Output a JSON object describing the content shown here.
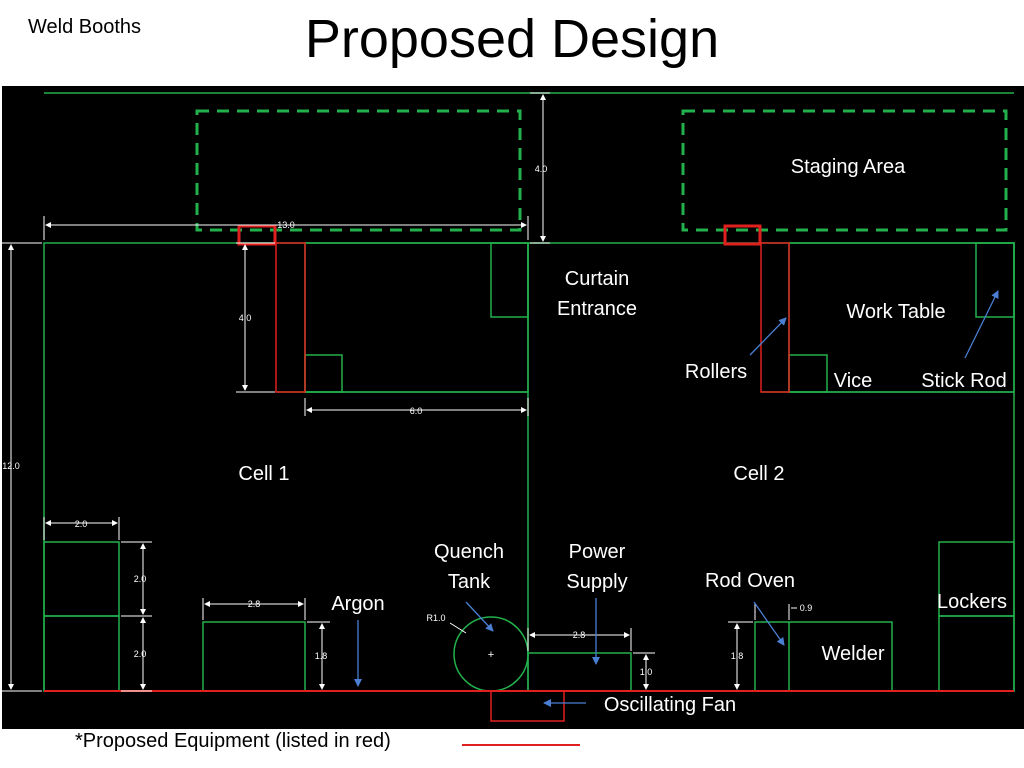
{
  "slide": {
    "corner_title": "Weld Booths",
    "title": "Proposed Design",
    "footnote": "*Proposed Equipment (listed in red)"
  },
  "labels": {
    "staging_area": "Staging Area",
    "curtain_line1": "Curtain",
    "curtain_line2": "Entrance",
    "work_table": "Work Table",
    "rollers": "Rollers",
    "vice": "Vice",
    "stick_rod": "Stick Rod",
    "cell1": "Cell 1",
    "cell2": "Cell 2",
    "quench_line1": "Quench",
    "quench_line2": "Tank",
    "power_line1": "Power",
    "power_line2": "Supply",
    "rod_oven": "Rod Oven",
    "argon": "Argon",
    "lockers": "Lockers",
    "welder": "Welder",
    "oscillating_fan": "Oscillating Fan"
  },
  "dimensions": {
    "d13": "13.0",
    "d4_top": "4.0",
    "d4_left": "4.0",
    "d6": "6.0",
    "d12": "12.0",
    "d2_horiz": "2.0",
    "d2_a": "2.0",
    "d2_b": "2.0",
    "d28_left": "2.8",
    "d18_left": "1.8",
    "r10": "R1.0",
    "d28_mid": "2.8",
    "d10": "1.0",
    "d09": "0.9",
    "d18_right": "1.8"
  },
  "colors": {
    "background": "#000000",
    "walls": "#22b14c",
    "proposed": "#e0201e",
    "arrow": "#4a7fd4",
    "dimension": "#ffffff"
  }
}
